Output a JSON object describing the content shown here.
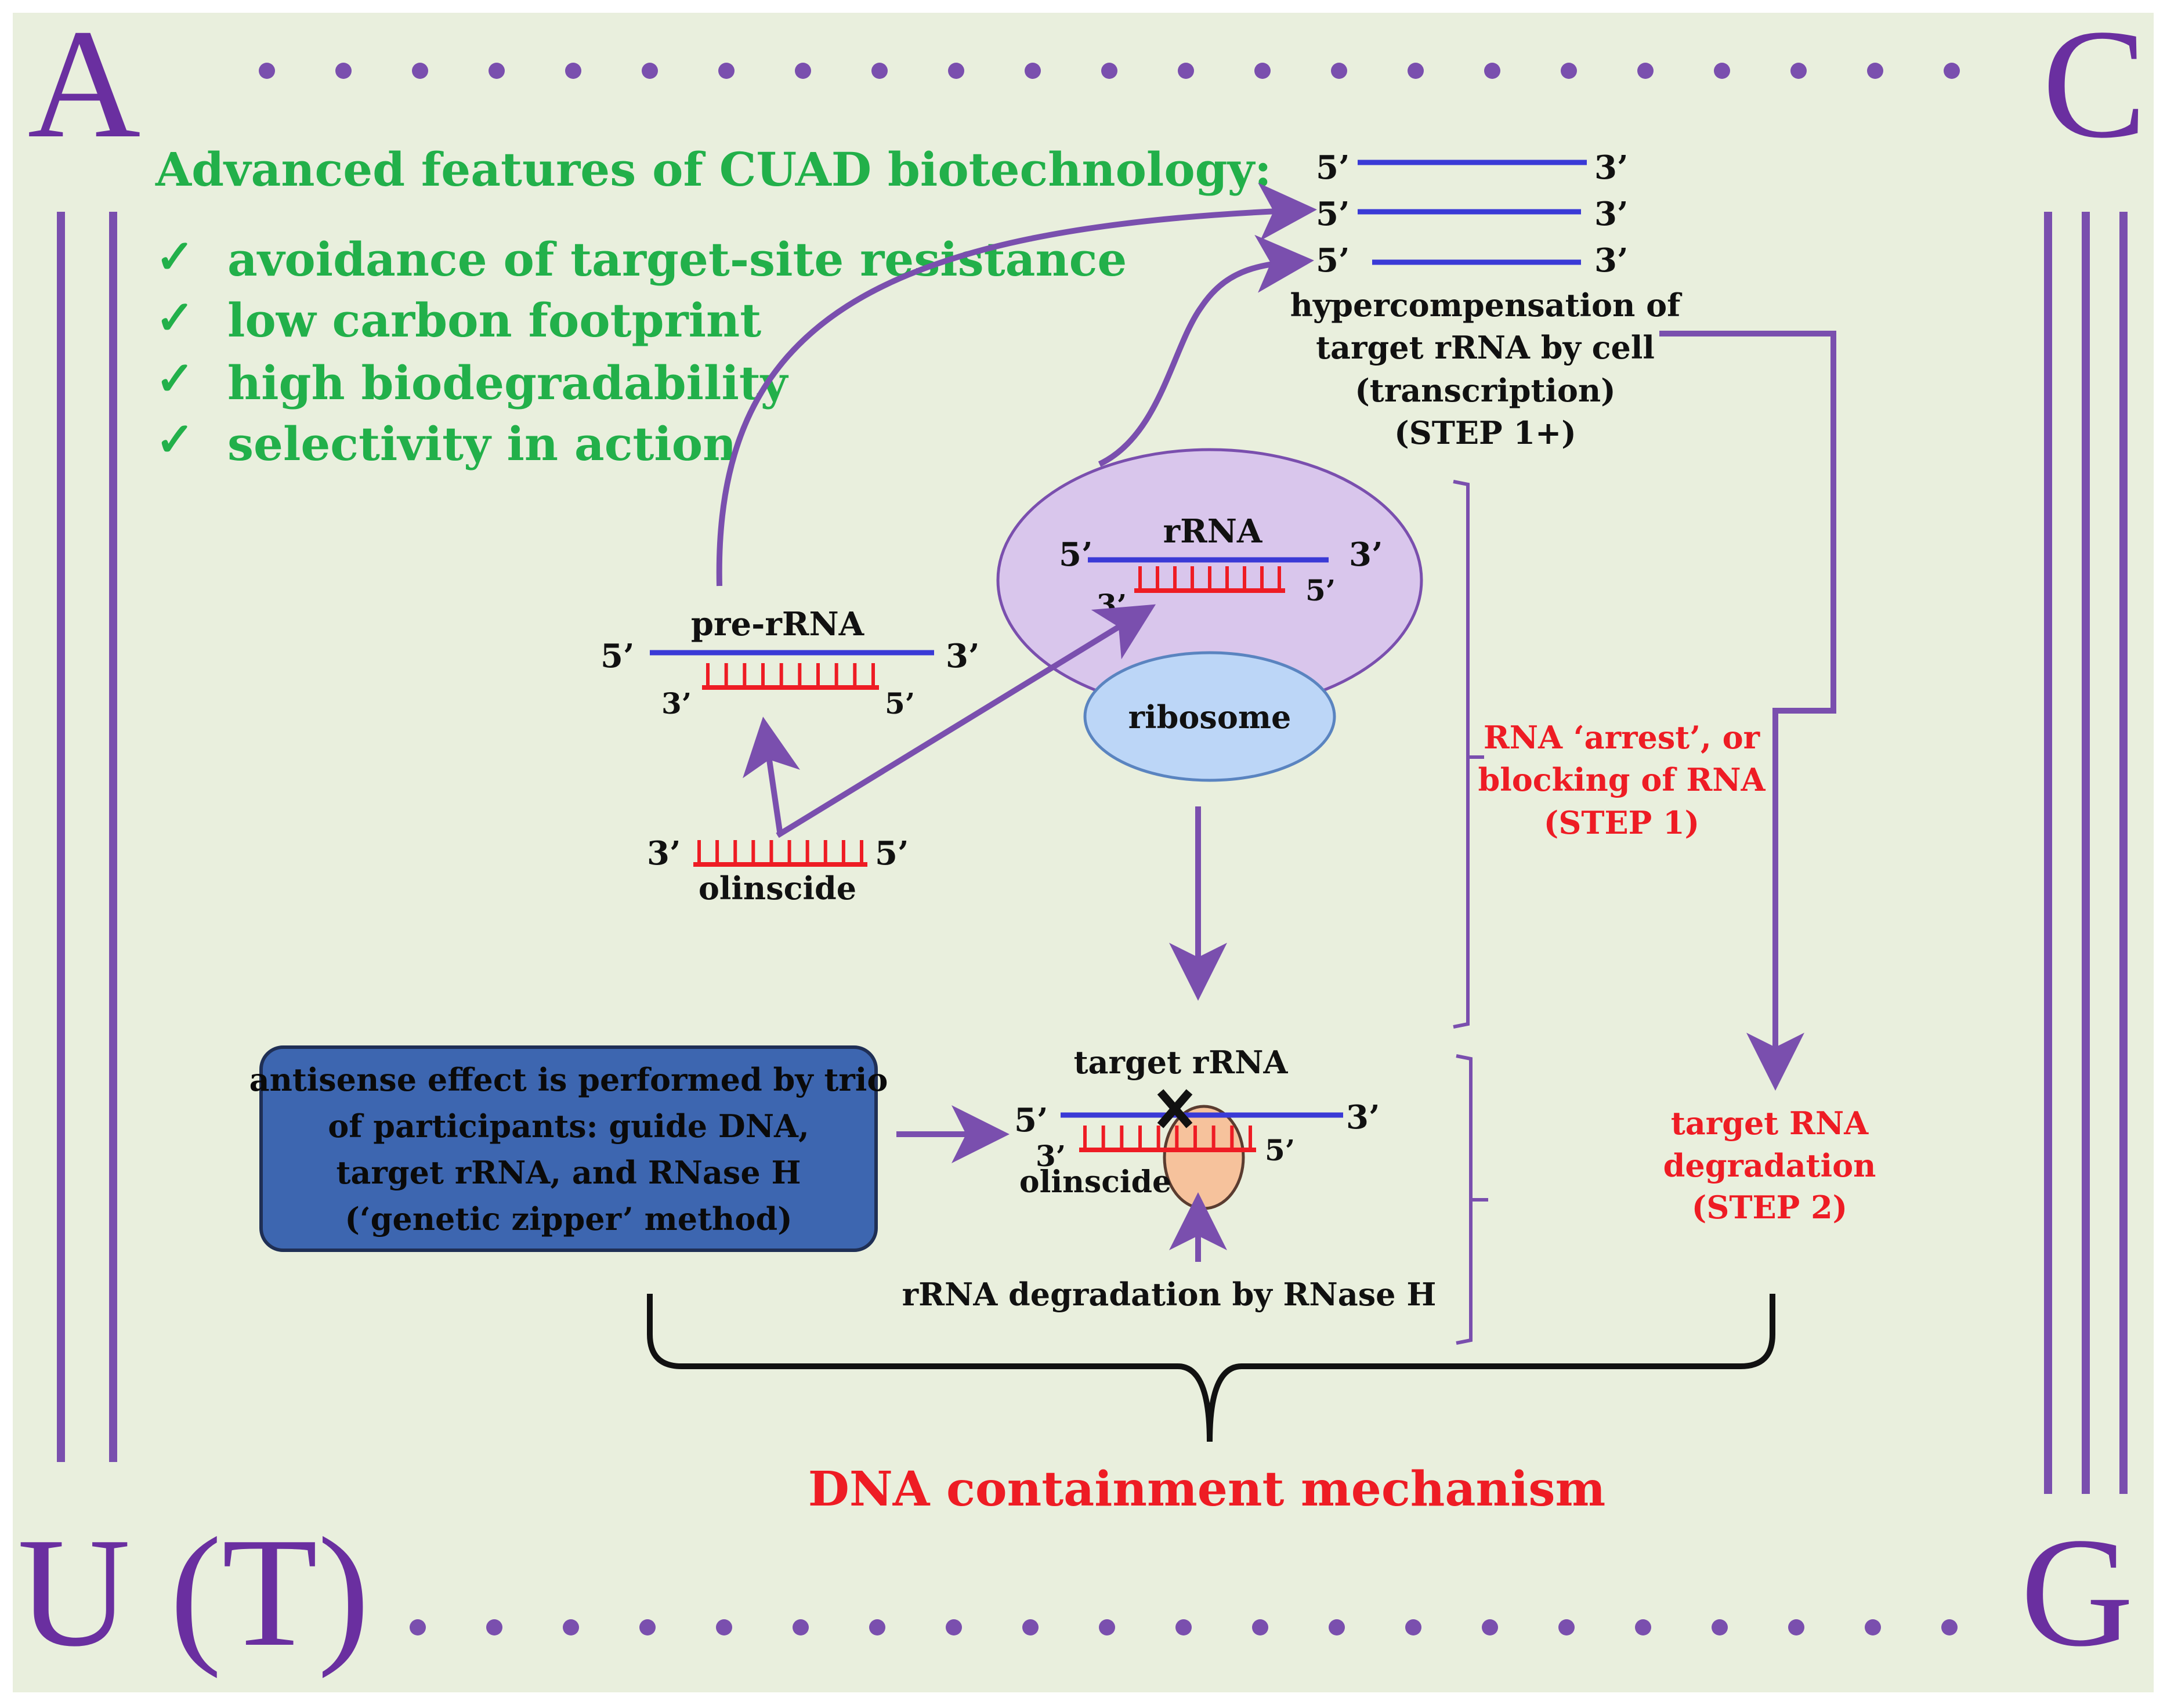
{
  "colors": {
    "background": "#e9efdd",
    "purple": "#7a4fae",
    "corner_letter": "#6a2fa0",
    "green_text": "#22b04a",
    "red_text": "#ee1c24",
    "blue_strand": "#3a3ad6",
    "red_strand": "#ee1c24",
    "ribosome_outer": "#d9c6ec",
    "ribosome_inner": "#bcd6f7",
    "rnase_h": "#f6c29c",
    "info_box": "#3d66b0"
  },
  "corners": {
    "top_left": "A",
    "top_right": "C",
    "bottom_left": "U (T)",
    "bottom_right": "G"
  },
  "features": {
    "heading": "Advanced features of CUAD biotechnology:",
    "check_mark": "✓",
    "items": [
      "avoidance of target-site resistance",
      "low carbon footprint",
      "high biodegradability",
      "selectivity in action"
    ]
  },
  "end_labels": {
    "five_prime": "5’",
    "three_prime": "3’"
  },
  "hypercompensation": {
    "lines": [
      "hypercompensation of",
      "target rRNA by cell",
      "(transcription)",
      "(STEP 1+)"
    ]
  },
  "pre_rrna": {
    "label": "pre-rRNA"
  },
  "ribosome": {
    "rrna_label": "rRNA",
    "ribosome_label": "ribosome"
  },
  "olinscide": {
    "label": "olinscide"
  },
  "step1": {
    "lines": [
      "RNA ‘arrest’, or",
      "blocking of RNA",
      "(STEP 1)"
    ]
  },
  "step2": {
    "lines": [
      "target RNA",
      "degradation",
      "(STEP 2)"
    ]
  },
  "target": {
    "label": "target rRNA",
    "olinscide_label": "olinscide",
    "degradation_label": "rRNA degradation by RNase H"
  },
  "info_box": {
    "lines": [
      "antisense effect is performed by trio",
      "of participants: guide DNA,",
      "target rRNA, and RNase H",
      "(‘genetic zipper’ method)"
    ]
  },
  "mechanism_title": "DNA containment mechanism"
}
